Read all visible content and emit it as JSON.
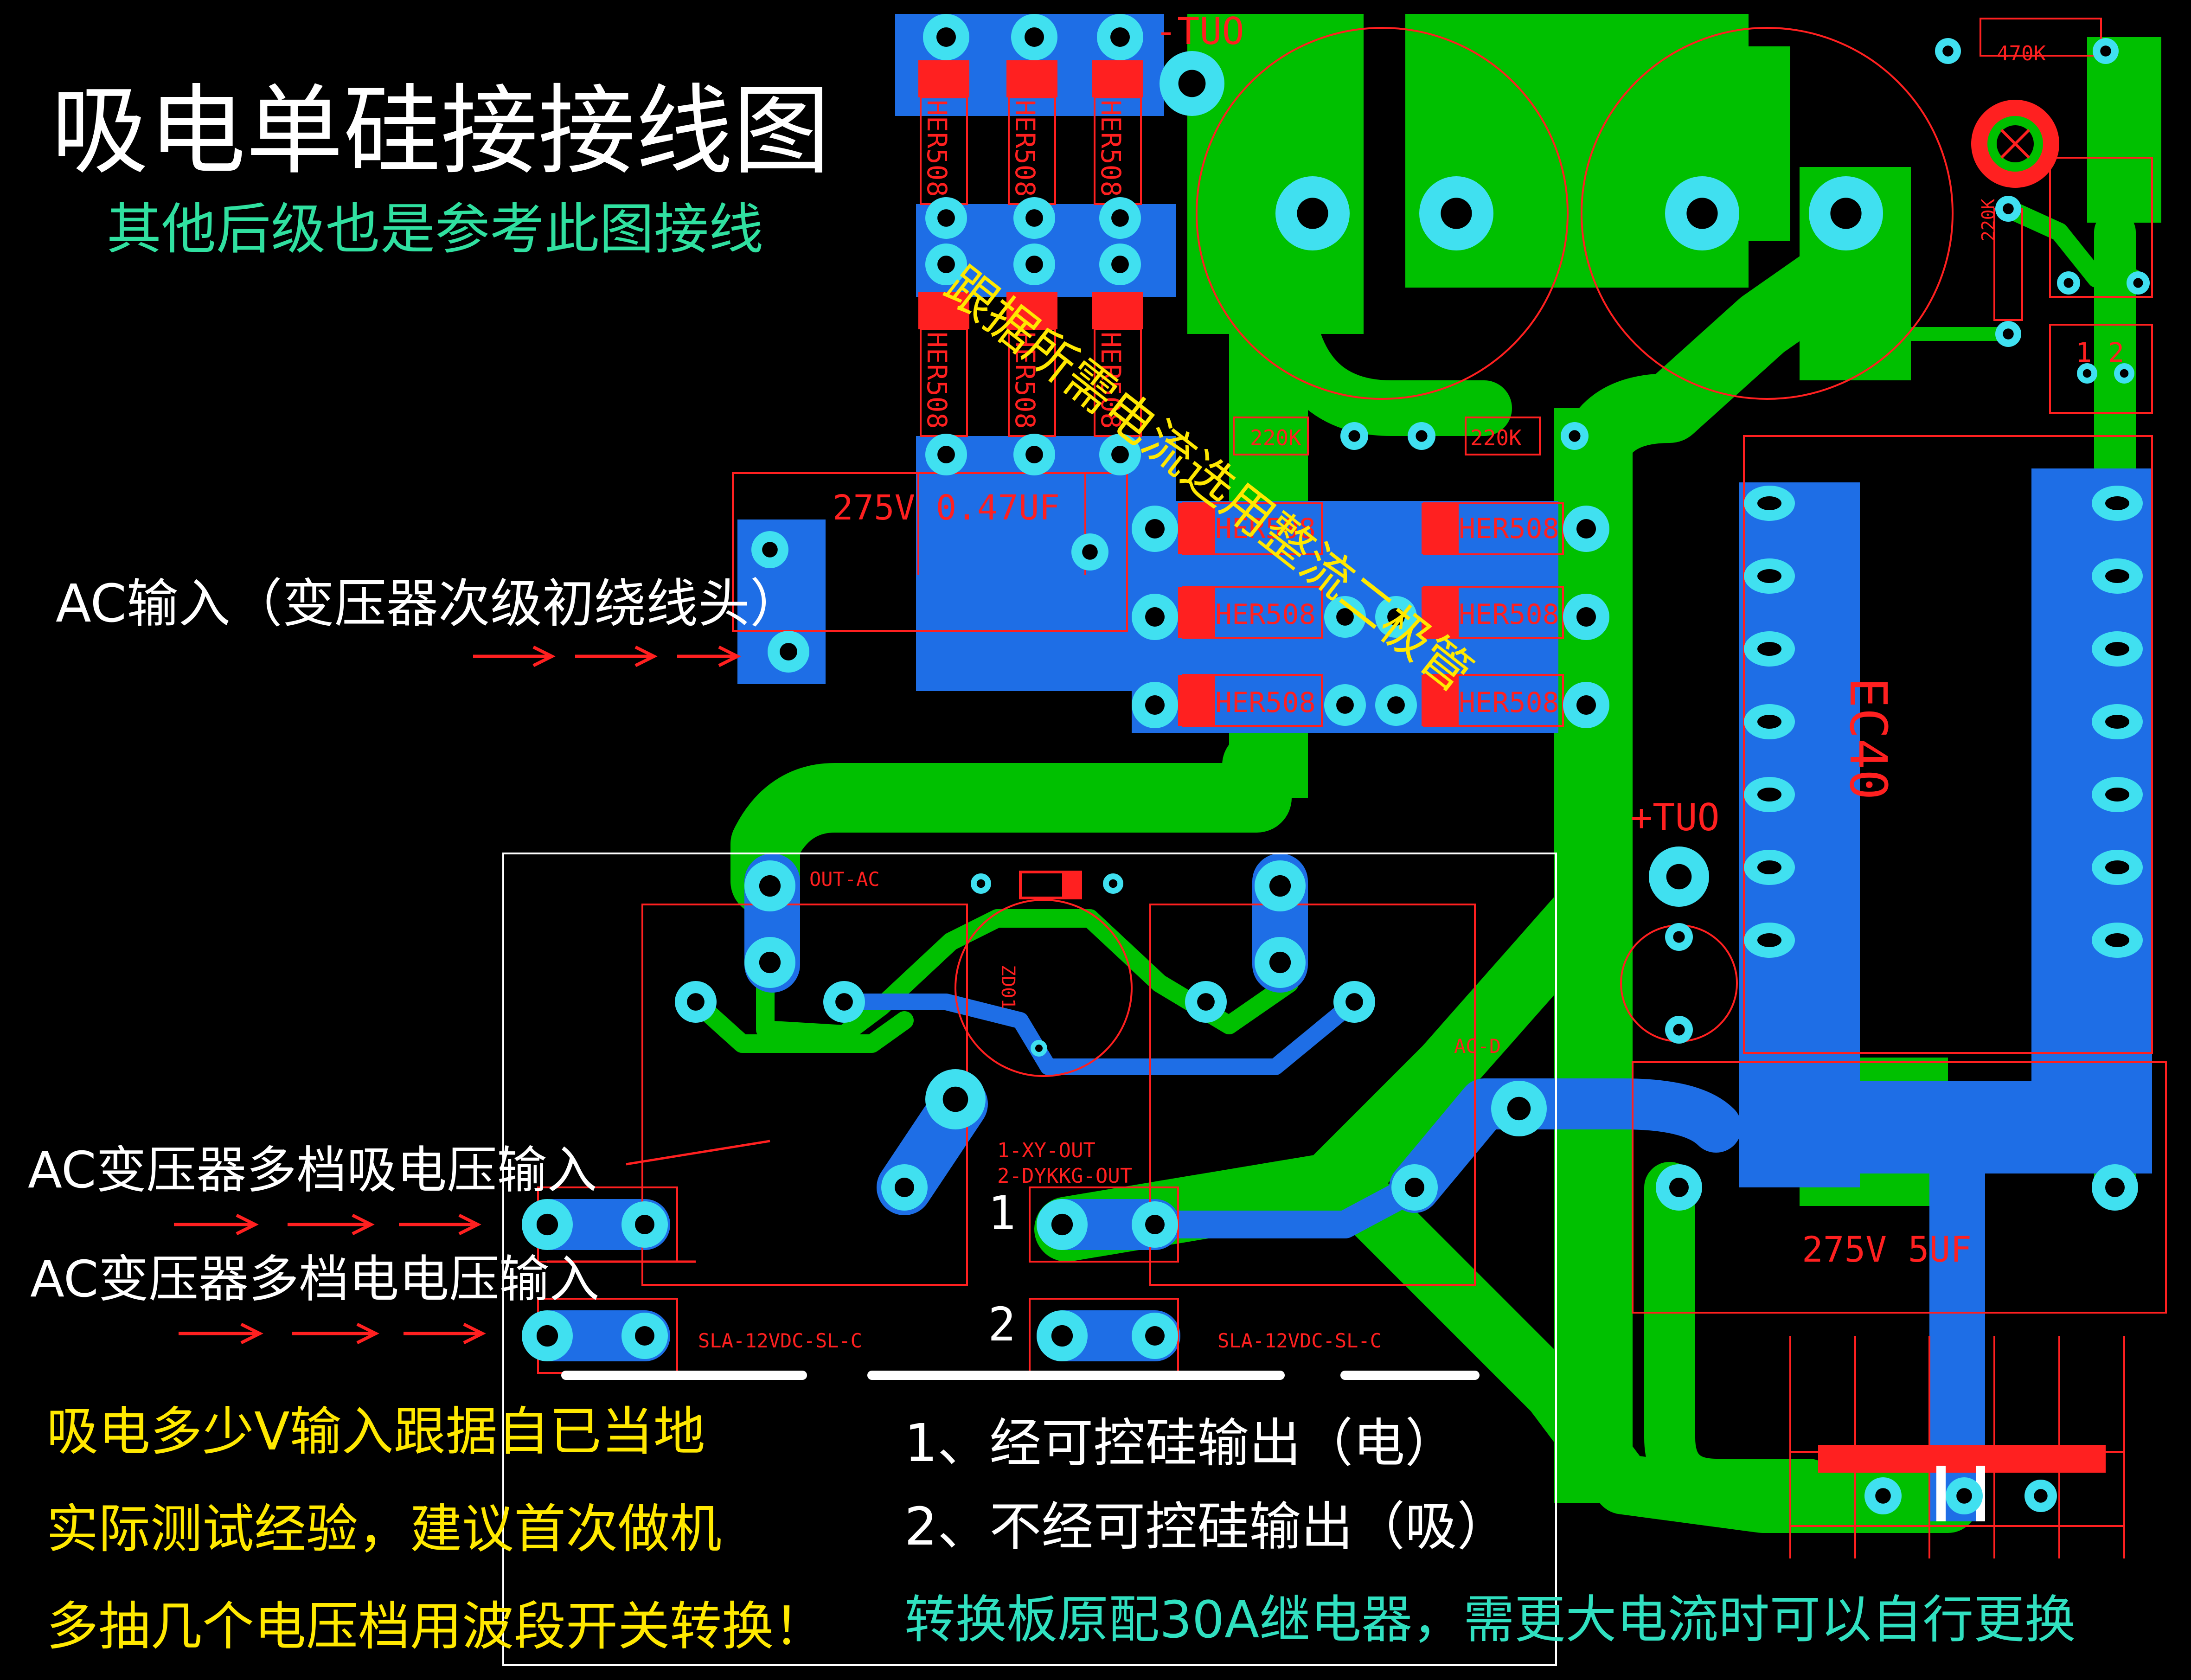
{
  "title": "吸电单硅接接线图",
  "subtitle": "其他后级也是参考此图接线",
  "diagonal_note": "跟据所需电流选用整流二极管",
  "ac_input_label": "AC输入（变压器次级初绕线头）",
  "multi_tap_absorb": "AC变压器多档吸电压输入",
  "multi_tap_power": "AC变压器多档电电压输入",
  "left_notes": [
    "吸电多少V输入跟据自已当地",
    "实际测试经验，建议首次做机",
    "多抽几个电压档用波段开关转换！"
  ],
  "output_notes": [
    "1、经可控硅输出（电）",
    "2、不经可控硅输出（吸）"
  ],
  "relay_note": "转换板原配30A继电器，需更大电流时可以自行更换",
  "labels": {
    "neg_out": "-TUO",
    "pos_out": "+TUO",
    "diode": "HER508",
    "cap_small": "275V 0.47UF",
    "cap_5uf": "275V 5UF",
    "res_470k": "470K",
    "res_220k": "220K",
    "ec40": "EC40",
    "out_ac": "OUT-AC",
    "ac_d": "AC-D",
    "relay": "SLA-12VDC-SL-C",
    "out_legend_1": "1-XY-OUT",
    "out_legend_2": "2-DYKKG-OUT",
    "pin1": "1",
    "pin2": "2",
    "con_pins": "1 2",
    "zener": "ZD01"
  },
  "colors": {
    "background": "#000000",
    "copper_top": "#00c000",
    "copper_bottom": "#1e6ee6",
    "pad": "#40e0f0",
    "silk": "#ff2020",
    "title": "#ffffff",
    "subtitle": "#30e0a0",
    "note_yellow": "#ffe800",
    "note_white": "#ffffff",
    "note_cyan": "#30e0c0"
  }
}
